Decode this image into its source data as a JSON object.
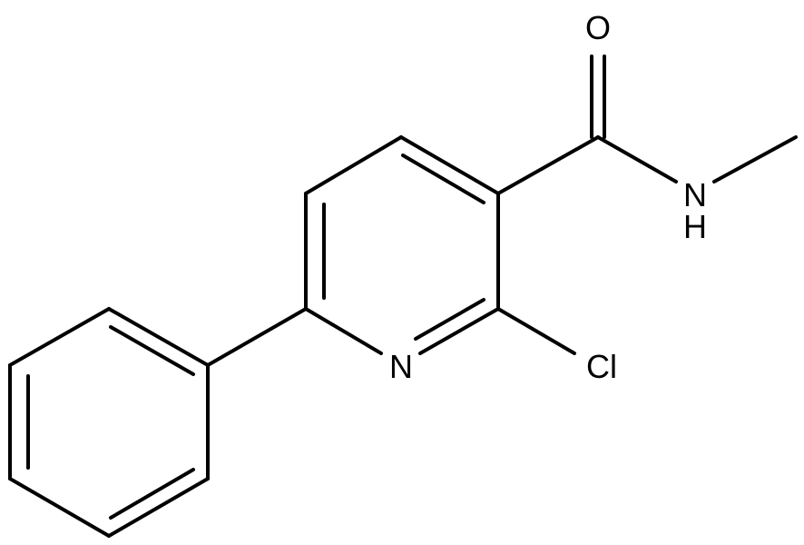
{
  "molecule": {
    "atoms": {
      "oxygen": "O",
      "amide_nitrogen": "N",
      "amide_hydrogen": "H",
      "ring_nitrogen": "N",
      "chlorine": "Cl"
    },
    "colors": {
      "ink": "#000000",
      "background": "#ffffff"
    }
  }
}
